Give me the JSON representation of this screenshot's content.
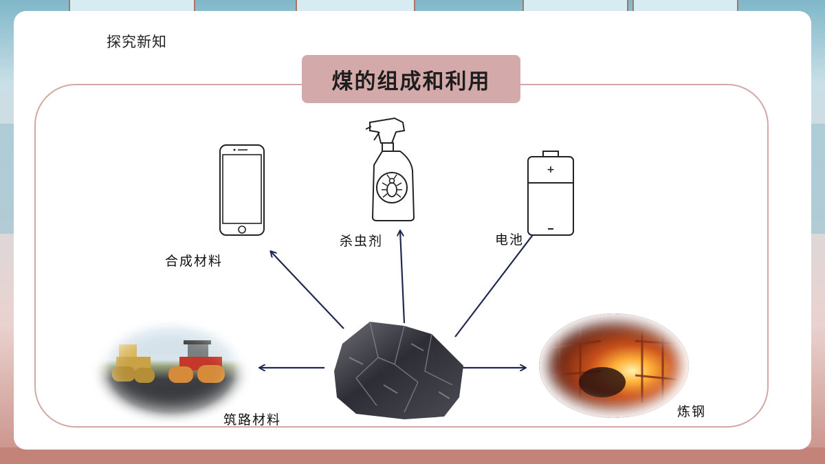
{
  "section_label": "探究新知",
  "title": "煤的组成和利用",
  "center_item": "coal",
  "products": [
    {
      "label": "合成材料",
      "icon": "smartphone-icon"
    },
    {
      "label": "杀虫剂",
      "icon": "spray-bottle-icon"
    },
    {
      "label": "电池",
      "icon": "battery-icon"
    },
    {
      "label": "筑路材料",
      "icon": "road-roller-photo"
    },
    {
      "label": "炼钢",
      "icon": "steel-furnace-photo"
    }
  ],
  "colors": {
    "title_bg": "#d4a9a9",
    "frame_border": "#d3a7a6",
    "arrow": "#1e2750"
  }
}
